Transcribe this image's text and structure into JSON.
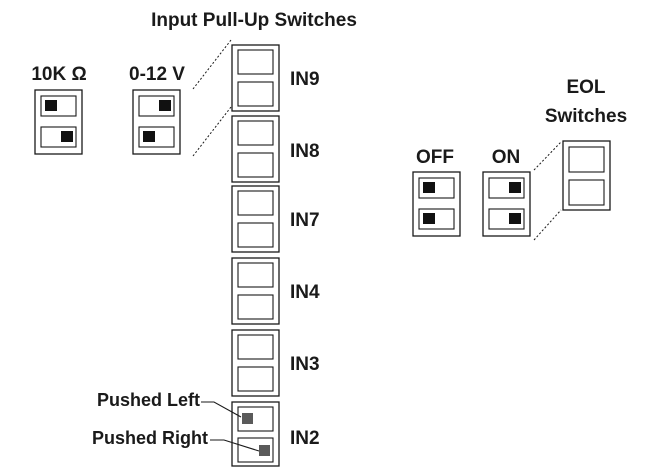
{
  "title": "Input Pull-Up Switches",
  "pullup": {
    "resistor_label": "10K Ω",
    "voltage_label": "0-12 V"
  },
  "inputs": [
    "IN9",
    "IN8",
    "IN7",
    "IN4",
    "IN3",
    "IN2"
  ],
  "eol": {
    "title_line1": "EOL",
    "title_line2": "Switches",
    "off_label": "OFF",
    "on_label": "ON"
  },
  "legend": {
    "pushed_left": "Pushed Left",
    "pushed_right": "Pushed Right"
  }
}
